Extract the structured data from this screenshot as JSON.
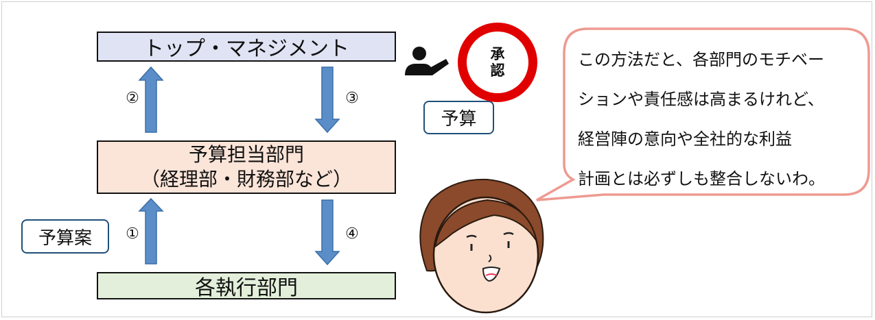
{
  "diagram": {
    "top_management": "トップ・マネジメント",
    "budget_dept_line1": "予算担当部門",
    "budget_dept_line2": "（経理部・財務部など）",
    "exec_depts": "各執行部門",
    "step1": "①",
    "step2": "②",
    "step3": "③",
    "step4": "④",
    "tag_budget": "予算",
    "tag_proposal": "予算案",
    "approve_stamp": "承認"
  },
  "speech": {
    "lines": [
      "この方法だと、各部門のモチベー",
      "ションや責任感は高まるけれど、",
      "経営陣の意向や全社的な利益",
      "計画とは必ずしも整合しないわ。"
    ]
  },
  "colors": {
    "top_box": "#dfe3f3",
    "budget_box": "#fbe4d8",
    "exec_box": "#e3efda",
    "arrow": "#5b8ec9",
    "stamp_ring": "#e10000",
    "speech_border": "#ee9a91"
  },
  "icons": [
    "presenter-icon",
    "woman-face-icon"
  ]
}
